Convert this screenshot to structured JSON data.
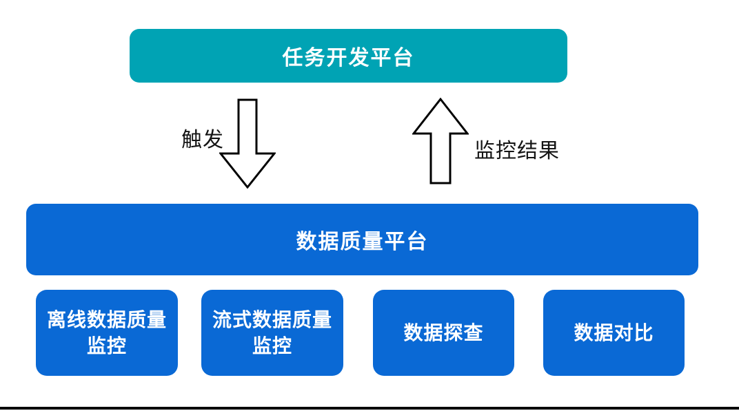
{
  "diagram": {
    "top_platform": {
      "label": "任务开发平台"
    },
    "flows": {
      "trigger_label": "触发",
      "result_label": "监控结果"
    },
    "mid_platform": {
      "label": "数据质量平台"
    },
    "modules": [
      {
        "label": "离线数据质量监控"
      },
      {
        "label": "流式数据质量监控"
      },
      {
        "label": "数据探查"
      },
      {
        "label": "数据对比"
      }
    ]
  },
  "colors": {
    "top_platform_fill": "#00A3B4",
    "platform_fill": "#0A69D5",
    "box_text": "#ffffff",
    "arrow_fill": "#ffffff",
    "arrow_outline": "#000000",
    "label_text": "#141414",
    "bottom_rule": "#000000"
  }
}
